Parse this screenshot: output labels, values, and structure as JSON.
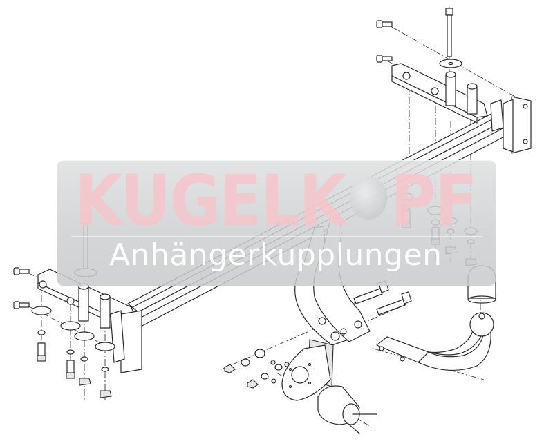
{
  "diagram": {
    "type": "exploded-assembly-drawing",
    "subject": "tow bar (trailer hitch) assembly",
    "components": [
      "crossbar beam",
      "left mounting bracket",
      "right mounting bracket",
      "mounting bolts",
      "washers",
      "nuts",
      "spacer sleeves",
      "hitch hanger plates",
      "removable ball neck",
      "ball cap",
      "socket plate",
      "electrical socket"
    ]
  },
  "watermark": {
    "brand_prefix": "KUGELK",
    "brand_suffix": "PF",
    "brand_icon": "tow-ball-icon",
    "subtitle": "Anhängerkupplungen",
    "colors": {
      "panel": "#d4d6d7",
      "brand_text": "#f4c4ca",
      "subtitle_text": "#ffffff"
    }
  }
}
